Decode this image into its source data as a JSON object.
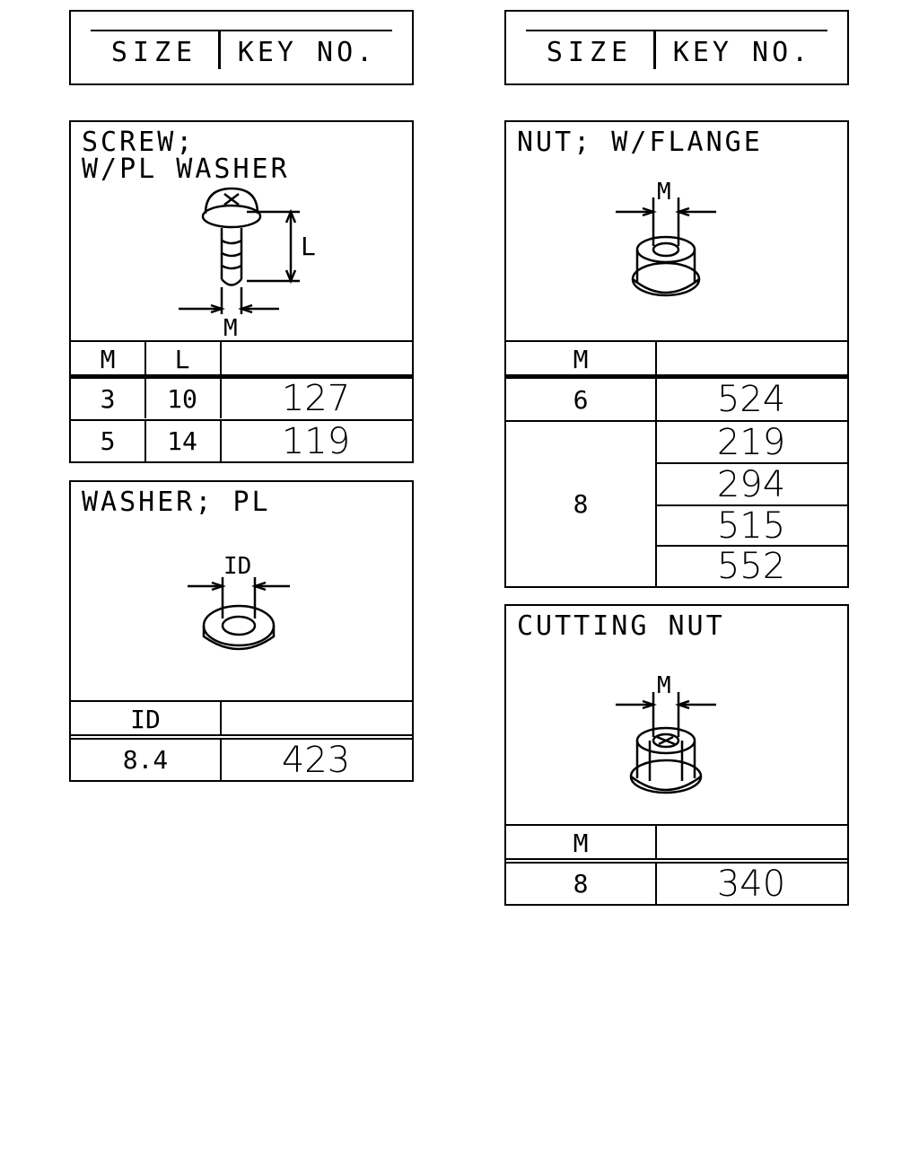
{
  "headers": {
    "left": {
      "size_label": "SIZE",
      "key_label": "KEY NO."
    },
    "right": {
      "size_label": "SIZE",
      "key_label": "KEY NO."
    }
  },
  "screw": {
    "title_line1": "SCREW;",
    "title_line2": "W/PL WASHER",
    "dim_L": "L",
    "dim_M": "M",
    "col_m": "M",
    "col_l": "L",
    "rows": [
      {
        "m": "3",
        "l": "10",
        "key": "127"
      },
      {
        "m": "5",
        "l": "14",
        "key": "119"
      }
    ]
  },
  "washer": {
    "title": "WASHER; PL",
    "dim_id": "ID",
    "col_id": "ID",
    "rows": [
      {
        "id": "8.4",
        "key": "423"
      }
    ]
  },
  "nut_flange": {
    "title": "NUT; W/FLANGE",
    "dim_M": "M",
    "col_m": "M",
    "rows": [
      {
        "m": "6",
        "keys": [
          "524"
        ]
      },
      {
        "m": "8",
        "keys": [
          "219",
          "294",
          "515",
          "552"
        ]
      }
    ]
  },
  "cutting_nut": {
    "title": "CUTTING NUT",
    "dim_M": "M",
    "col_m": "M",
    "rows": [
      {
        "m": "8",
        "key": "340"
      }
    ]
  }
}
